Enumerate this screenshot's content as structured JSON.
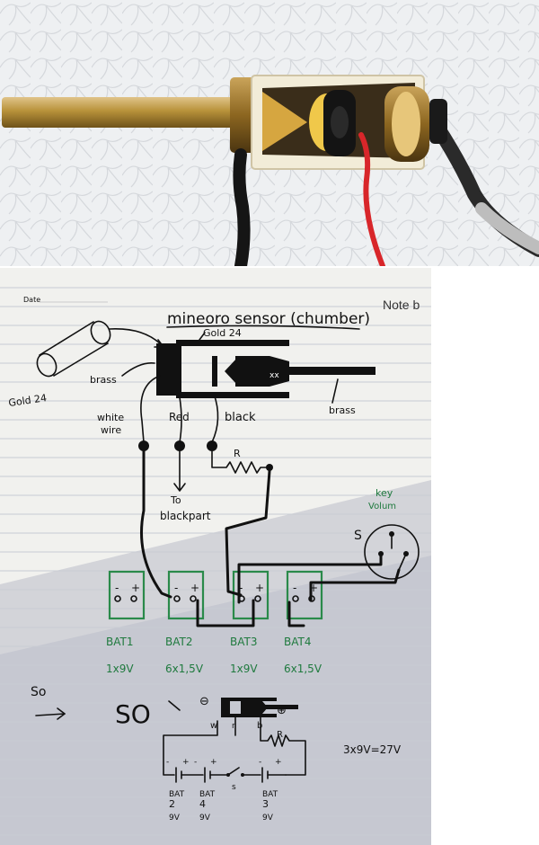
{
  "header": {
    "date_label": "Date",
    "note_label": "Note b"
  },
  "diagram_title": "mineoro sensor (chumber)",
  "labels": {
    "gold_left": "Gold 24",
    "gold_top": "Gold 24",
    "brass_left": "brass",
    "brass_right": "brass",
    "white_wire": "white",
    "white_wire_2": "wire",
    "red": "Red",
    "black": "black",
    "resistor": "R",
    "to": "To",
    "blackpart": "blackpart",
    "key": "key",
    "volum": "Volum",
    "switch": "S",
    "so_left": "So",
    "so_big": "SO",
    "small_w": "w",
    "small_r": "r",
    "small_b": "b",
    "small_R": "R",
    "small_s": "s",
    "minus_sym": "⊖",
    "plus_sym": "⊕",
    "equation": "3x9V=27V"
  },
  "batteries": [
    {
      "name": "BAT1",
      "spec": "1x9V"
    },
    {
      "name": "BAT2",
      "spec": "6x1,5V"
    },
    {
      "name": "BAT3",
      "spec": "1x9V"
    },
    {
      "name": "BAT4",
      "spec": "6x1,5V"
    }
  ],
  "battery_terminals": {
    "minus": "-",
    "plus": "+"
  },
  "bottom_batteries": [
    {
      "label": "BAT",
      "num": "2",
      "volt": "9V"
    },
    {
      "label": "BAT",
      "num": "4",
      "volt": "9V"
    },
    {
      "label": "BAT",
      "num": "3",
      "volt": "9V"
    }
  ],
  "colors": {
    "paper": "#f1f1ee",
    "shadow": "#b9bcc9",
    "ink": "#111111",
    "green_ink": "#1f7a3e",
    "red_ink": "#cc2222",
    "brass": "#b8923a",
    "foam": "#eef0f2"
  }
}
